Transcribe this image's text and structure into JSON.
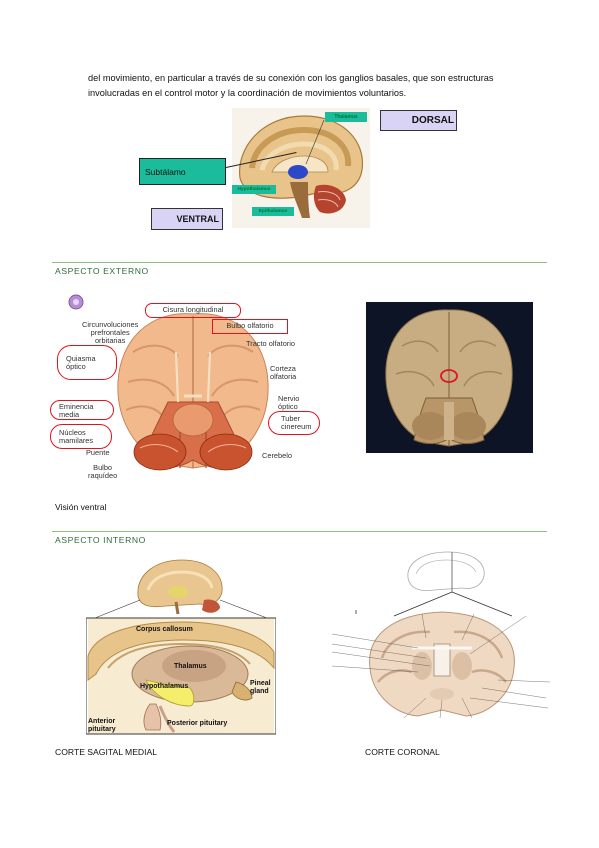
{
  "intro": {
    "line1": "del movimiento, en particular a través de su conexión con los ganglios basales, que son estructuras",
    "line2": "involucradas en el control motor y la coordinación de movimientos voluntarios."
  },
  "figure1": {
    "thalamus": "Thalamus",
    "dorsal": "DORSAL",
    "subtalamo": "Subtálamo",
    "hypothalamus": "Hypothalamus",
    "epithalamus": "Epithalamus",
    "ventral": "VENTRAL"
  },
  "section_external": {
    "heading": "ASPECTO EXTERNO",
    "labels": {
      "cisura": "Cisura longitudinal",
      "circunvoluciones": [
        "Circunvoluciones",
        "prefrontales",
        "orbitarias"
      ],
      "bulbo_olfatorio": "Bulbo olfatorio",
      "quiasma": [
        "Quiasma",
        "óptico"
      ],
      "tracto": "Tracto olfatorio",
      "corteza": [
        "Corteza",
        "olfatoria"
      ],
      "eminencia": [
        "Eminencia",
        "media"
      ],
      "nervio": [
        "Nervio",
        "óptico"
      ],
      "nucleos": [
        "Núcleos",
        "mamilares"
      ],
      "tuber": [
        "Tuber",
        "cinereum"
      ],
      "puente": "Puente",
      "cerebelo": "Cerebelo",
      "bulbo_raquideo": [
        "Bulbo",
        "raquídeo"
      ]
    },
    "caption": "Visión ventral"
  },
  "section_internal": {
    "heading": "ASPECTO INTERNO",
    "sagittal_labels": {
      "corpus": "Corpus callosum",
      "thalamus": "Thalamus",
      "hypothalamus": "Hypothalamus",
      "pineal": [
        "Pineal",
        "gland"
      ],
      "anterior": [
        "Anterior",
        "pituitary"
      ],
      "posterior": "Posterior pituitary"
    },
    "caption_sagittal": "CORTE SAGITAL MEDIAL",
    "caption_coronal": "CORTE CORONAL"
  },
  "colors": {
    "green_rule": "#8fbf7f",
    "heading_green": "#2f6b3a",
    "teal_label": "#1abc9c",
    "lavender_box": "#d9d4f5",
    "annotation_red": "#e0141e"
  }
}
